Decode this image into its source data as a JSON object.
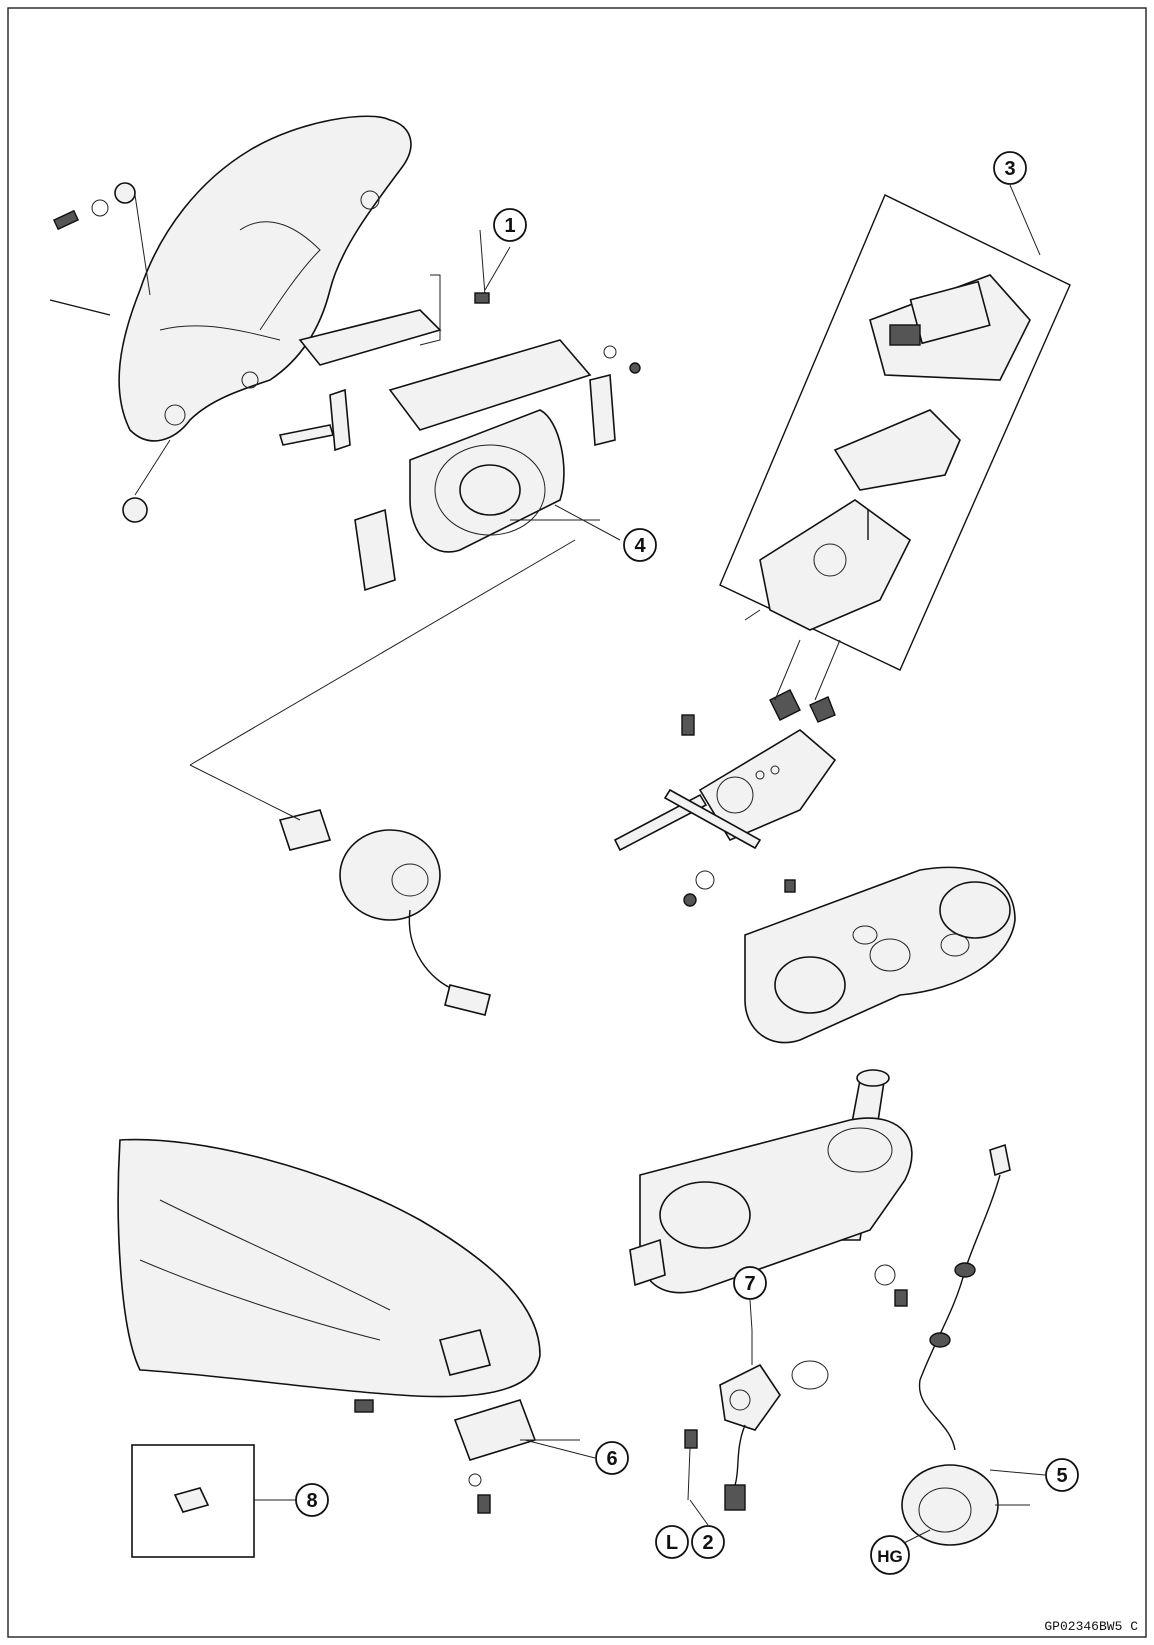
{
  "callouts": {
    "c1": "1",
    "c2": "2",
    "c3": "3",
    "c4": "4",
    "c5": "5",
    "c6": "6",
    "c7": "7",
    "c8": "8",
    "cL": "L",
    "cHG": "HG"
  },
  "figure_code": "GP02346BW5 C"
}
